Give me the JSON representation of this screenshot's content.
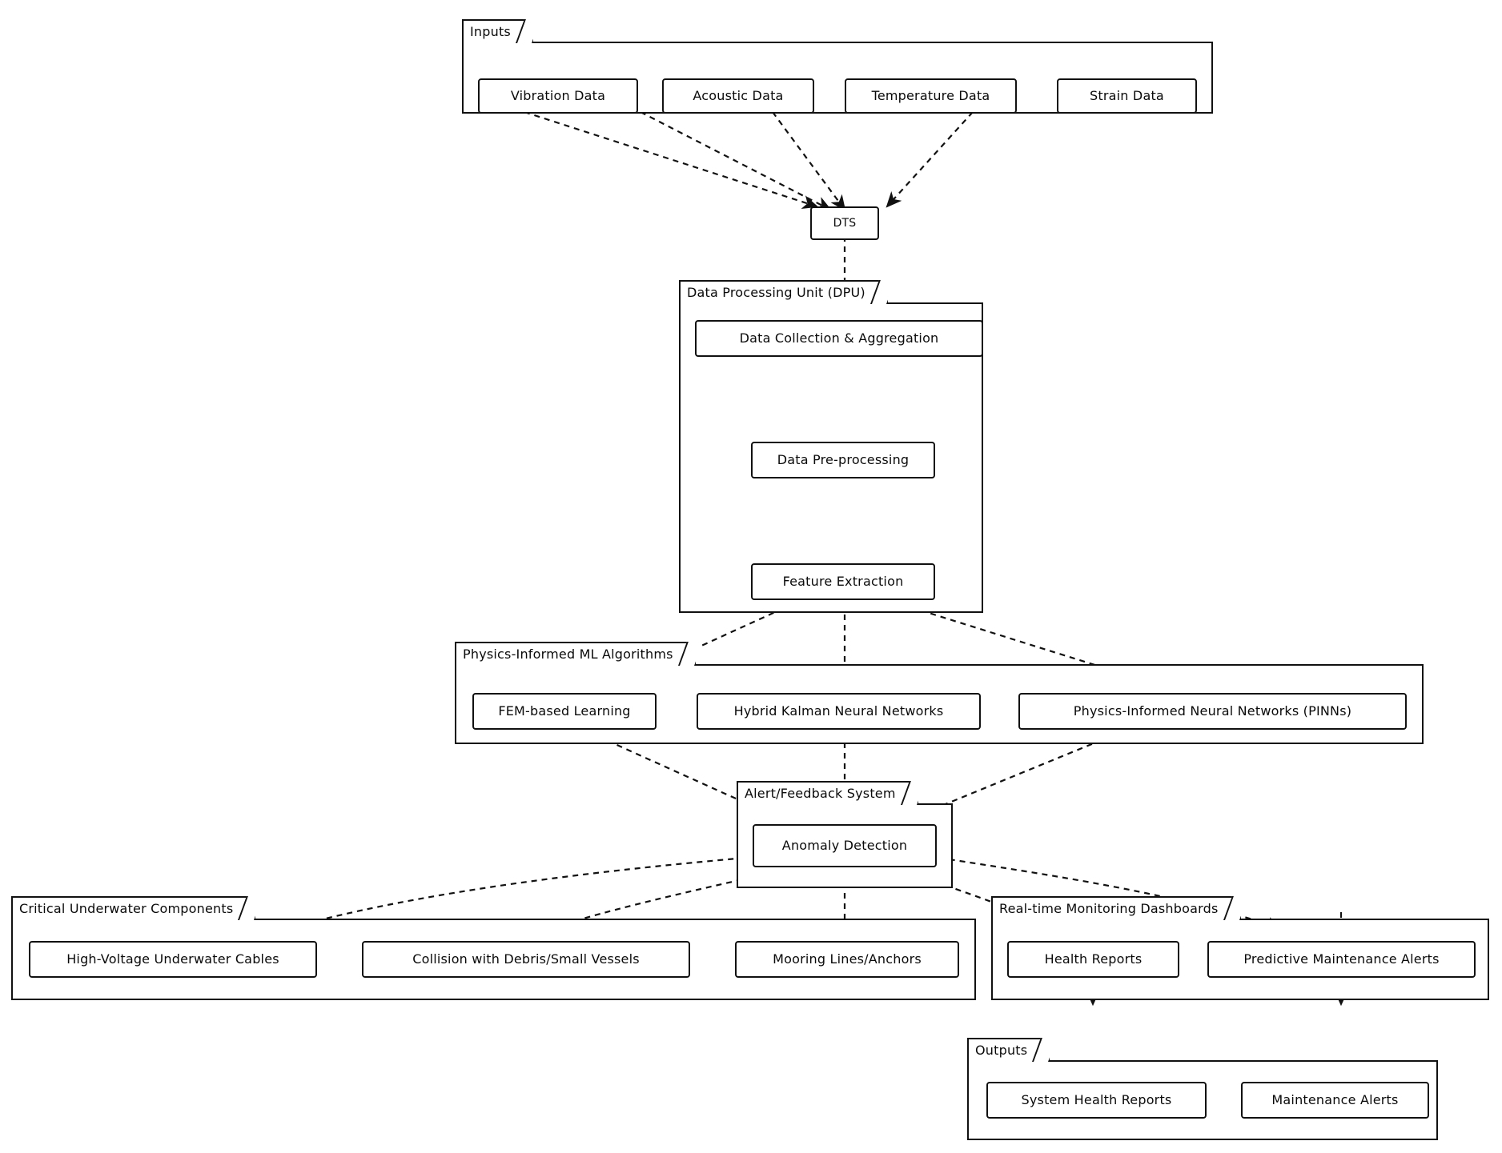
{
  "diagram": {
    "title_text": "",
    "colors": {
      "stroke": "#111111",
      "fill": "#ffffff",
      "text": "#0a0a0a"
    },
    "clusters": [
      {
        "id": "inputs",
        "label": "Inputs"
      },
      {
        "id": "dpu",
        "label": "Data Processing Unit (DPU)"
      },
      {
        "id": "ml",
        "label": "Physics-Informed ML Algorithms"
      },
      {
        "id": "alert",
        "label": "Alert/Feedback System"
      },
      {
        "id": "components",
        "label": "Critical Underwater Components"
      },
      {
        "id": "dashboards",
        "label": "Real-time Monitoring Dashboards"
      },
      {
        "id": "outputs",
        "label": "Outputs"
      }
    ],
    "nodes": {
      "vibration_data": "Vibration Data",
      "acoustic_data": "Acoustic Data",
      "temperature_data": "Temperature Data",
      "strain_data": "Strain Data",
      "dts": "DTS",
      "data_collection": "Data Collection & Aggregation",
      "data_preprocessing": "Data Pre-processing",
      "feature_extraction": "Feature Extraction",
      "fem_based_learning": "FEM-based Learning",
      "hybrid_kalman": "Hybrid Kalman Neural Networks",
      "pinns": "Physics-Informed Neural Networks (PINNs)",
      "anomaly_detection": "Anomaly Detection",
      "hv_cables": "High-Voltage Underwater Cables",
      "collision_debris": "Collision with Debris/Small Vessels",
      "mooring_lines": "Mooring Lines/Anchors",
      "health_reports": "Health Reports",
      "predictive_alerts": "Predictive Maintenance Alerts",
      "system_health_reports": "System Health Reports",
      "maintenance_alerts": "Maintenance Alerts"
    },
    "edges": [
      {
        "from": "vibration_data",
        "to": "dts"
      },
      {
        "from": "acoustic_data",
        "to": "dts"
      },
      {
        "from": "temperature_data",
        "to": "dts"
      },
      {
        "from": "strain_data",
        "to": "dts"
      },
      {
        "from": "dts",
        "to": "data_collection"
      },
      {
        "from": "data_collection",
        "to": "data_preprocessing"
      },
      {
        "from": "data_preprocessing",
        "to": "feature_extraction"
      },
      {
        "from": "feature_extraction",
        "to": "fem_based_learning"
      },
      {
        "from": "feature_extraction",
        "to": "hybrid_kalman"
      },
      {
        "from": "feature_extraction",
        "to": "pinns"
      },
      {
        "from": "fem_based_learning",
        "to": "anomaly_detection"
      },
      {
        "from": "hybrid_kalman",
        "to": "anomaly_detection"
      },
      {
        "from": "pinns",
        "to": "anomaly_detection"
      },
      {
        "from": "anomaly_detection",
        "to": "hv_cables"
      },
      {
        "from": "anomaly_detection",
        "to": "collision_debris"
      },
      {
        "from": "anomaly_detection",
        "to": "mooring_lines"
      },
      {
        "from": "anomaly_detection",
        "to": "health_reports"
      },
      {
        "from": "anomaly_detection",
        "to": "predictive_alerts"
      },
      {
        "from": "health_reports",
        "to": "system_health_reports"
      },
      {
        "from": "predictive_alerts",
        "to": "maintenance_alerts"
      }
    ]
  }
}
